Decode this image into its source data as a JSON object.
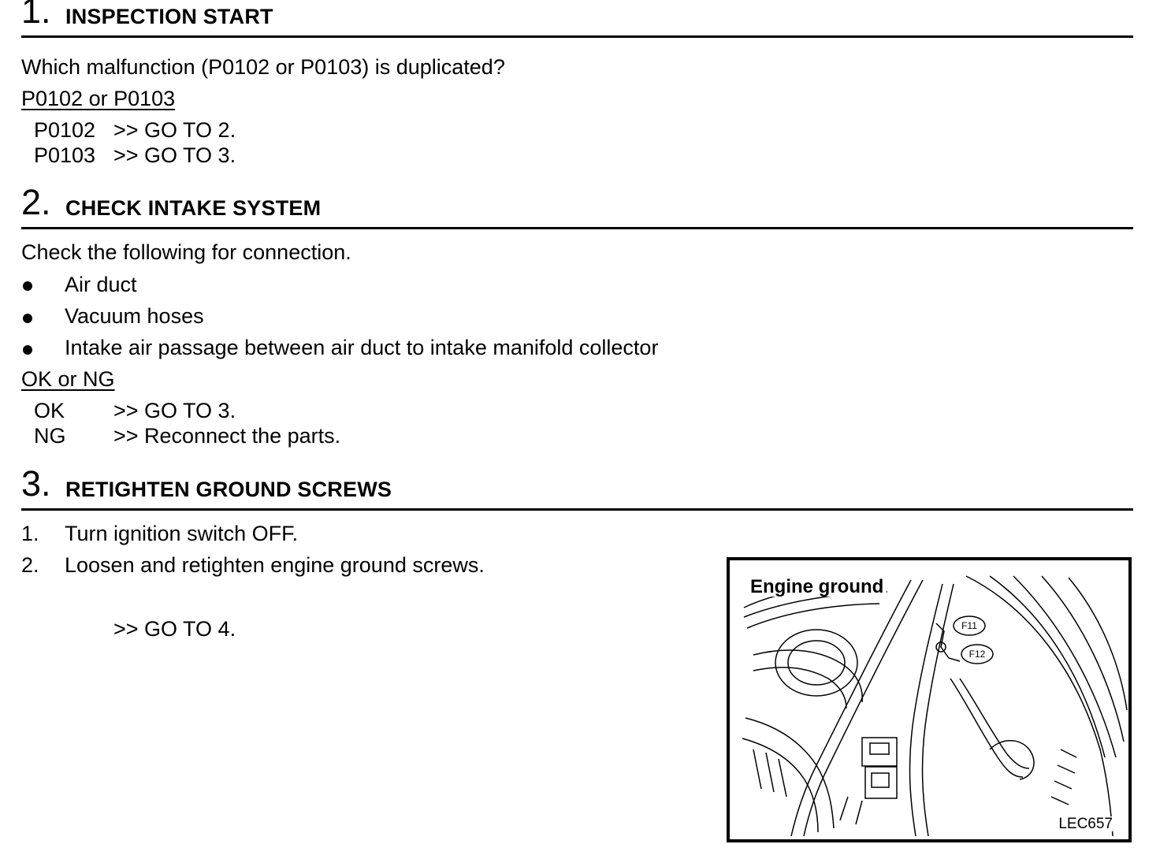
{
  "sections": [
    {
      "number": "1.",
      "title": "INSPECTION START",
      "question": "Which malfunction (P0102 or P0103) is duplicated?",
      "choice_heading": "P0102 or P0103",
      "outcomes": [
        {
          "key": "P0102",
          "action": ">> GO TO 2."
        },
        {
          "key": "P0103",
          "action": ">> GO TO 3."
        }
      ]
    },
    {
      "number": "2.",
      "title": "CHECK INTAKE SYSTEM",
      "intro": "Check the following for connection.",
      "bullets": [
        "Air duct",
        "Vacuum hoses",
        "Intake air passage between air duct to intake manifold collector"
      ],
      "choice_heading": "OK or NG",
      "outcomes": [
        {
          "key": "OK",
          "action": ">> GO TO 3."
        },
        {
          "key": "NG",
          "action": ">> Reconnect the parts."
        }
      ]
    },
    {
      "number": "3.",
      "title": "RETIGHTEN GROUND SCREWS",
      "steps": [
        {
          "num": "1.",
          "text": "Turn ignition switch OFF."
        },
        {
          "num": "2.",
          "text": "Loosen and retighten engine ground screws."
        }
      ],
      "next": ">> GO TO 4."
    }
  ],
  "figure": {
    "caption": "Engine ground",
    "code": "LEC657",
    "connector_labels": [
      "F11",
      "F12"
    ]
  }
}
